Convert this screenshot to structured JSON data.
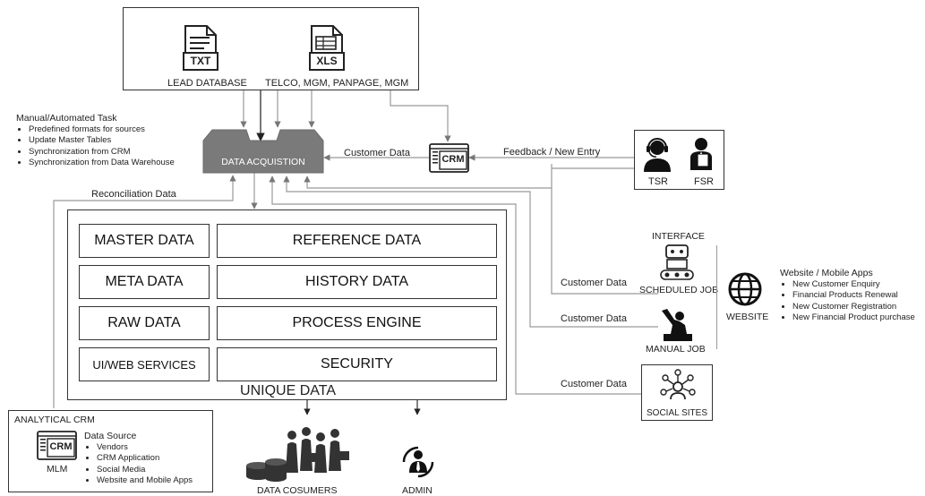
{
  "sources": {
    "txt_badge": "TXT",
    "xls_badge": "XLS",
    "lead_database": "LEAD DATABASE",
    "telco": "TELCO, MGM, PANPAGE, MGM"
  },
  "manual_task": {
    "title": "Manual/Automated Task",
    "items": [
      "Predefined formats for  sources",
      "Update Master Tables",
      "Synchronization from CRM",
      "Synchronization from Data Warehouse"
    ]
  },
  "data_acquisition": "DATA ACQUISTION",
  "crm_badge": "CRM",
  "flows": {
    "customer_data_crm": "Customer Data",
    "feedback": "Feedback / New Entry",
    "reconciliation": "Reconciliation Data",
    "customer_data_1": "Customer Data",
    "customer_data_2": "Customer Data",
    "customer_data_3": "Customer Data"
  },
  "agents": {
    "tsr": "TSR",
    "fsr": "FSR"
  },
  "core": {
    "master": "MASTER DATA",
    "reference": "REFERENCE DATA",
    "meta": "META DATA",
    "history": "HISTORY DATA",
    "raw": "RAW DATA",
    "process": "PROCESS ENGINE",
    "ui": "UI/WEB SERVICES",
    "security": "SECURITY",
    "unique": "UNIQUE DATA"
  },
  "interface": {
    "title": "INTERFACE",
    "scheduled": "SCHEDULED JOB",
    "manual": "MANUAL JOB",
    "website": "WEBSITE",
    "social": "SOCIAL SITES"
  },
  "website_apps": {
    "title": "Website / Mobile Apps",
    "items": [
      "New Customer Enquiry",
      "Financial Products Renewal",
      "New Customer Registration",
      "New Financial Product purchase"
    ]
  },
  "analytical": {
    "title": "ANALYTICAL CRM",
    "crm_badge": "CRM",
    "mlm": "MLM",
    "source_title": "Data Source",
    "items": [
      "Vendors",
      "CRM Application",
      "Social Media",
      "Website and Mobile Apps"
    ]
  },
  "outputs": {
    "consumers": "DATA COSUMERS",
    "admin": "ADMIN"
  },
  "colors": {
    "acquisition_bg": "#7a7a7a",
    "line": "#888888",
    "ink": "#222222"
  }
}
